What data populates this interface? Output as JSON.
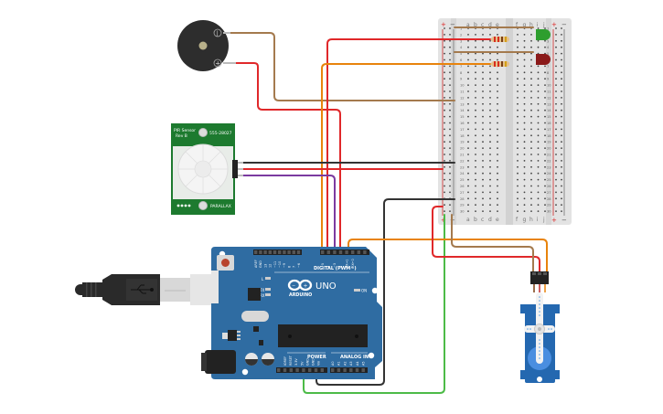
{
  "diagram": {
    "type": "circuit-schematic-breadboard",
    "components": {
      "buzzer": {
        "name": "Piezo Buzzer",
        "pin_minus": "−",
        "pin_plus": "+"
      },
      "pir": {
        "title": "PIR Sensor",
        "subtitle": "Rev B",
        "part_no": "555-28027",
        "brand": "PARALLAX"
      },
      "arduino": {
        "logo_text": "ARDUINO",
        "model": "UNO",
        "digital_label": "DIGITAL (PWM~)",
        "power_label": "POWER",
        "analog_label": "ANALOG IN",
        "led_l": "L",
        "led_tx": "TX",
        "led_rx": "RX",
        "led_on": "ON",
        "digital_pins": [
          "AREF",
          "GND",
          "13",
          "12",
          "~11",
          "~10",
          "~9",
          "8",
          "7",
          "~6",
          "~5",
          "4",
          "~3",
          "2",
          "TX→1",
          "RX←0"
        ],
        "power_pins": [
          "IOREF",
          "RESET",
          "3.3V",
          "5V",
          "GND",
          "GND",
          "Vin"
        ],
        "analog_pins": [
          "A0",
          "A1",
          "A2",
          "A3",
          "A4",
          "A5"
        ]
      },
      "usb_cable": {
        "name": "USB Type-B cable"
      },
      "breadboard": {
        "columns_left": [
          "a",
          "b",
          "c",
          "d",
          "e"
        ],
        "columns_right": [
          "f",
          "g",
          "h",
          "i",
          "j"
        ],
        "rail_plus": "+",
        "rail_minus": "−",
        "rows": 30
      },
      "leds": [
        {
          "color": "green",
          "hex": "#2e9e2e"
        },
        {
          "color": "red",
          "hex": "#8b1a1a"
        }
      ],
      "resistors": [
        {
          "bands": [
            "#d62d20",
            "#d62d20",
            "#7a3e12",
            "#d4a017"
          ]
        },
        {
          "bands": [
            "#d62d20",
            "#d62d20",
            "#7a3e12",
            "#d4a017"
          ]
        }
      ],
      "servo": {
        "name": "Micro Servo"
      }
    },
    "wire_colors": {
      "red": "#e0282a",
      "black": "#333333",
      "brown": "#a47a4e",
      "orange": "#e8830c",
      "purple": "#7b3aa0",
      "green": "#4cbb47"
    }
  }
}
